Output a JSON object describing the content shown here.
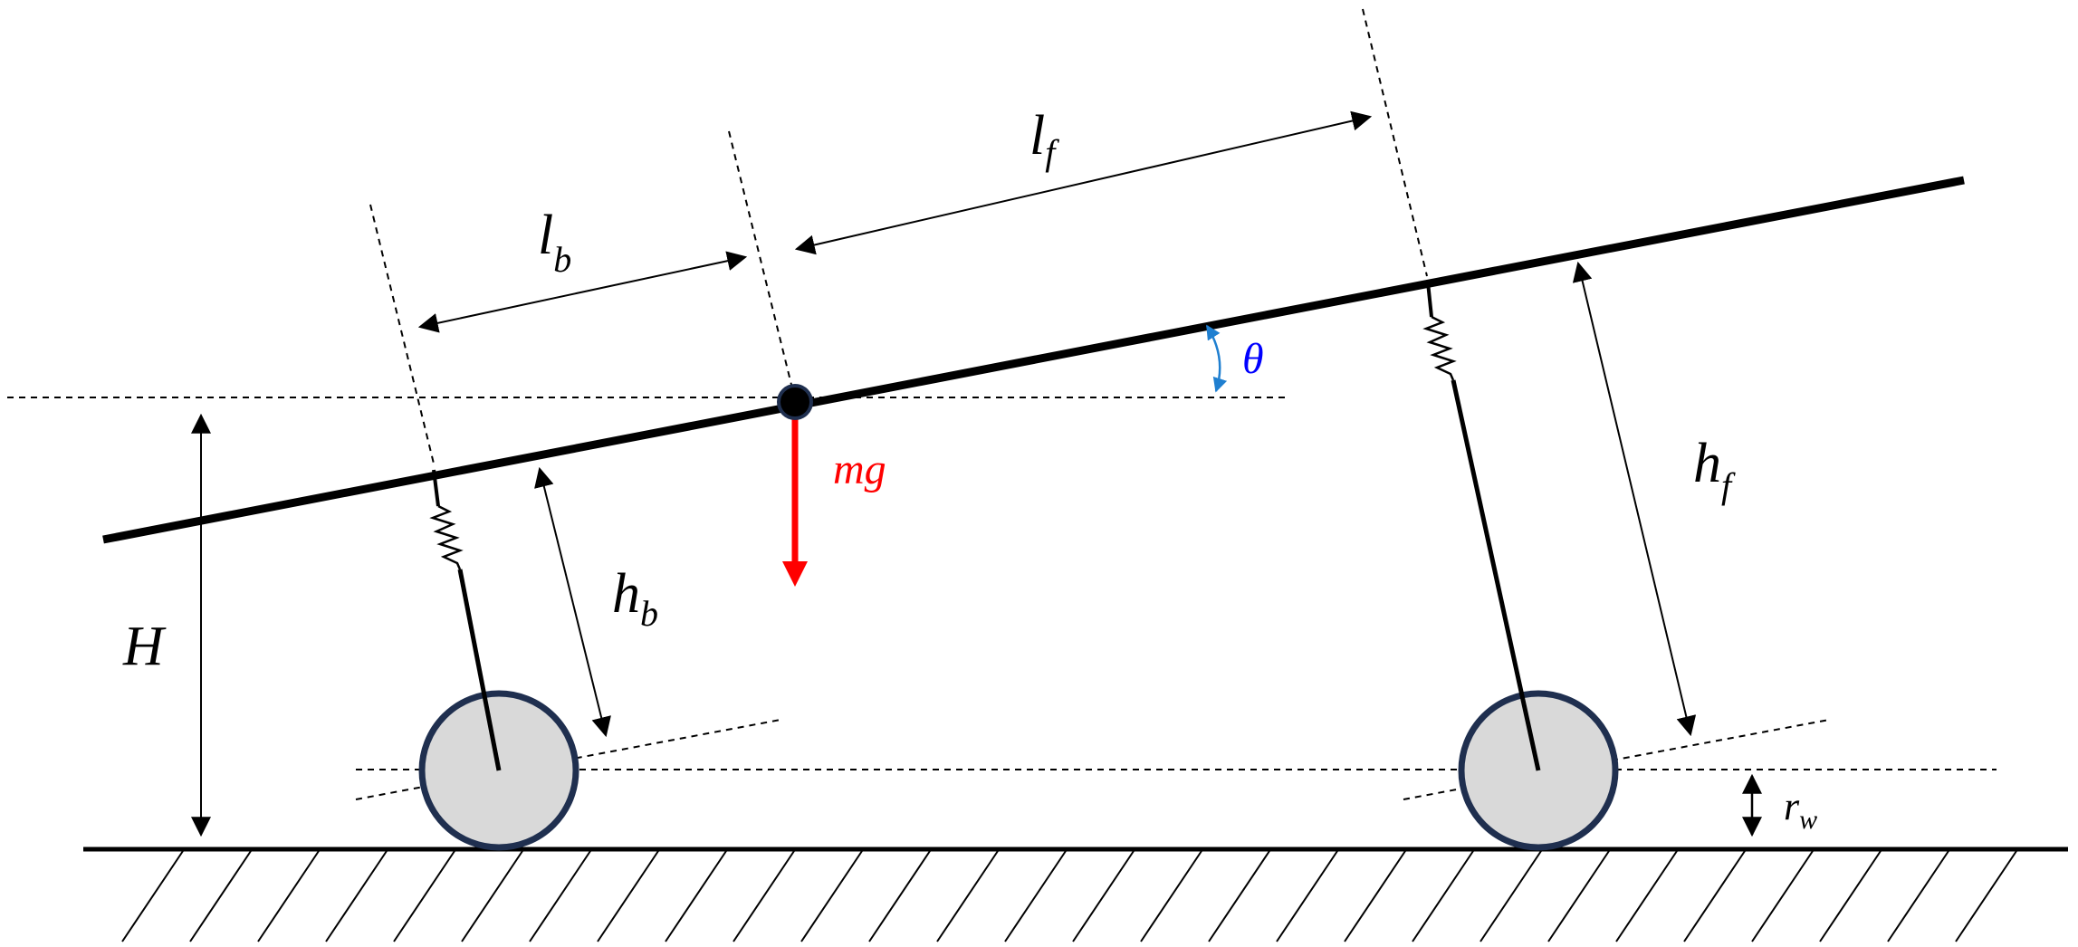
{
  "labels": {
    "lb": {
      "main": "l",
      "sub": "b"
    },
    "lf": {
      "main": "l",
      "sub": "f"
    },
    "theta": "θ",
    "mg": "mg",
    "hf": {
      "main": "h",
      "sub": "f"
    },
    "hb": {
      "main": "h",
      "sub": "b"
    },
    "H": "H",
    "rw": {
      "main": "r",
      "sub": "w"
    }
  },
  "colors": {
    "line": "#000000",
    "force": "#ff0000",
    "theta_text": "#0000ff",
    "theta_arc": "#1f7fd0",
    "wheel_fill": "#d9d9d9",
    "wheel_stroke": "#1f2f4f"
  }
}
